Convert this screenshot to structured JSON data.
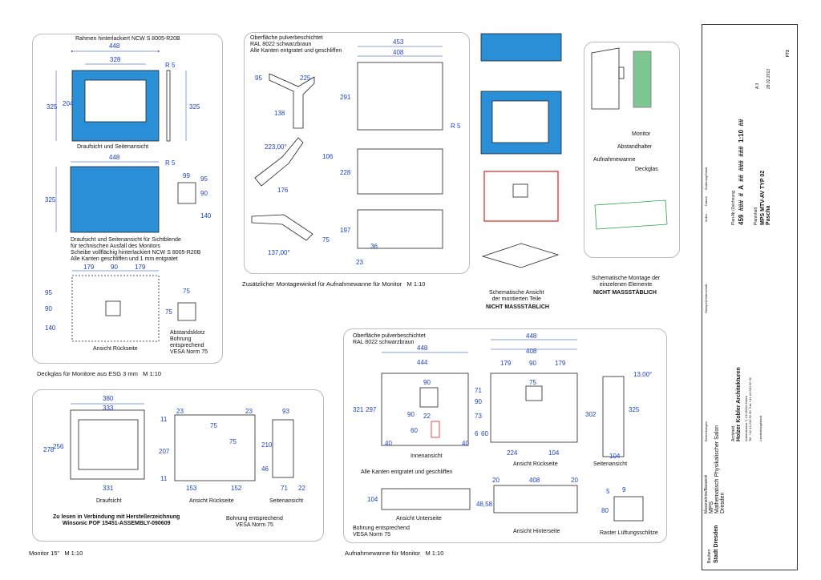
{
  "colors": {
    "blue": "#2a8fd6",
    "dim": "#1a3fd6",
    "red": "#e02020",
    "green": "#2aa34a",
    "line": "#222"
  },
  "deckglas": {
    "title_top": "Rahmen hinterlackiert NCW S 8005-R20B",
    "view1": "Draufsicht und Seitenansicht",
    "view2": "Draufsicht und Seitenansicht für Sichtblende\nfür technischen Ausfall des Monitors\nScheibe vollflächig hinterlackiert NCW S 8005-R20B\nAlle Kanten geschliffen und 1 mm entgratet",
    "back": "Ansicht Rückseite",
    "klotz": "Abstandsklotz\nBohrung\nentsprechend\nVESA Norm 75",
    "caption": "Deckglas für Monitore aus ESG 3 mm   M 1:10",
    "dims": {
      "w448a": "448",
      "w328": "328",
      "r5a": "R 5",
      "h325a": "325",
      "h204": "204",
      "h325b": "325",
      "w448b": "448",
      "r5b": "R 5",
      "h325c": "325",
      "w99": "99",
      "h95": "95",
      "h90": "90",
      "h140a": "140",
      "w179a": "179",
      "w90": "90",
      "w179b": "179",
      "h95b": "95",
      "h90b": "90",
      "h140b": "140",
      "w75": "75",
      "h75": "75"
    }
  },
  "winkel": {
    "note": "Oberfläche pulverbeschichtet\nRAL 8022 schwarzbraun\nAlle Kanten entgratet und geschliffen",
    "caption": "Zusätzlicher Montagewinkel für Aufnahmewanne für Monitor   M 1:10",
    "dims": {
      "d95": "95",
      "d225": "225",
      "d138": "138",
      "a223": "223,00°",
      "d176": "176",
      "d106": "106",
      "a137": "137,00°",
      "d75": "75",
      "w453": "453",
      "w408": "408",
      "h291": "291",
      "r5": "R 5",
      "h228": "228",
      "h197": "197",
      "d36": "36",
      "d23": "23"
    }
  },
  "schema": {
    "caption1": "Schematische Ansicht\nder montierten Teile",
    "nm1": "NICHT MASSSTÄBLICH",
    "monitor": "Monitor",
    "abstand": "Abstandhalter",
    "wanne": "Aufnahmewanne",
    "deckglas": "Deckglas",
    "caption2": "Schematische Montage der\neinzelenen Elemente",
    "nm2": "NICHT MASSSTÄBLICH"
  },
  "monitor": {
    "draufsicht": "Draufsicht",
    "rueckseite": "Ansicht Rückseite",
    "seite": "Seitenansicht",
    "ref": "Zu lesen in Verbindung mit Herstellerzeichnung\nWinsonic POF 15451-ASSEMBLY-090609",
    "bohrung": "Bohrung entsprechend\nVESA Norm 75",
    "caption": "Monitor 15\"   M 1:10",
    "dims": {
      "w380": "380",
      "w333": "333",
      "h278": "278",
      "h256": "256",
      "w331": "331",
      "d11a": "11",
      "d23a": "23",
      "d23b": "23",
      "d75a": "75",
      "d75b": "75",
      "h207": "207",
      "d11b": "11",
      "w153": "153",
      "w152": "152",
      "w93": "93",
      "h210": "210",
      "h46": "46",
      "w71": "71",
      "w22": "22"
    }
  },
  "wanne": {
    "note": "Oberfläche pulverbeschichtet\nRAL 8022 schwarzbraun",
    "innen": "Innenansicht",
    "rueck": "Ansicht Rückseite",
    "seite": "Seitenansicht",
    "kanten": "Alle Kanten entgratet und geschliffen",
    "unter": "Ansicht Unterseite",
    "hinter": "Ansicht Hinterseite",
    "bohrung": "Bohrung entsprechend\nVESA Norm 75",
    "raster": "Raster Lüftungsschlitze",
    "caption": "Aufnahmewanne für Monitor   M 1:10",
    "dims": {
      "w448a": "448",
      "w448b": "448",
      "w444": "444",
      "w408a": "408",
      "w179a": "179",
      "w90a": "90",
      "w179b": "179",
      "h321": "321",
      "h297": "297",
      "d90a": "90",
      "d90b": "90",
      "d22": "22",
      "d60": "60",
      "d40a": "40",
      "d40b": "40",
      "d71": "71",
      "d75": "75",
      "d73": "73",
      "d90c": "90",
      "d6": "6",
      "d60b": "60",
      "w224": "224",
      "w104a": "104",
      "a13": "13,00°",
      "h302": "302",
      "h325": "325",
      "h104": "104",
      "h48": "48,58",
      "w20a": "20",
      "w408b": "408",
      "w20b": "20",
      "d5": "5",
      "d9": "9",
      "d80": "80"
    }
  },
  "titleblock": {
    "bauherr_label": "Bauherr",
    "bauherr": "Stadt Dresden",
    "massn_label": "Massnahme/Bauwerk",
    "massn": "MPS\nMathematisch Physikalischer Salon\nDresden",
    "planinhalt_label": "Planinhalt",
    "planinhalt": "MPS MTV-AV TYP 02\nPascha",
    "architekt_label": "Architekt",
    "architekt": "Holzer Kobler Architekturen",
    "architekt_addr": "Ankerstrasse 3, CH-8004 Zürich\nTel. +41 44 240 52 00  Fax +41 44 240 52 02",
    "plannr_label": "Plan-Nr./Zeichnung",
    "plannr": "459  ###  #  A  ##  ###  ###  1:10  ##",
    "format": "A 3",
    "datum": "28.02.2013",
    "rev": "F73",
    "index": "Index",
    "aend": "Änderung/Inhalt",
    "datum_label": "Datum",
    "stempel": "Stempel/Unterschrift",
    "bemerk": "Bemerkungen",
    "landes": "Landeshauptstadt"
  }
}
